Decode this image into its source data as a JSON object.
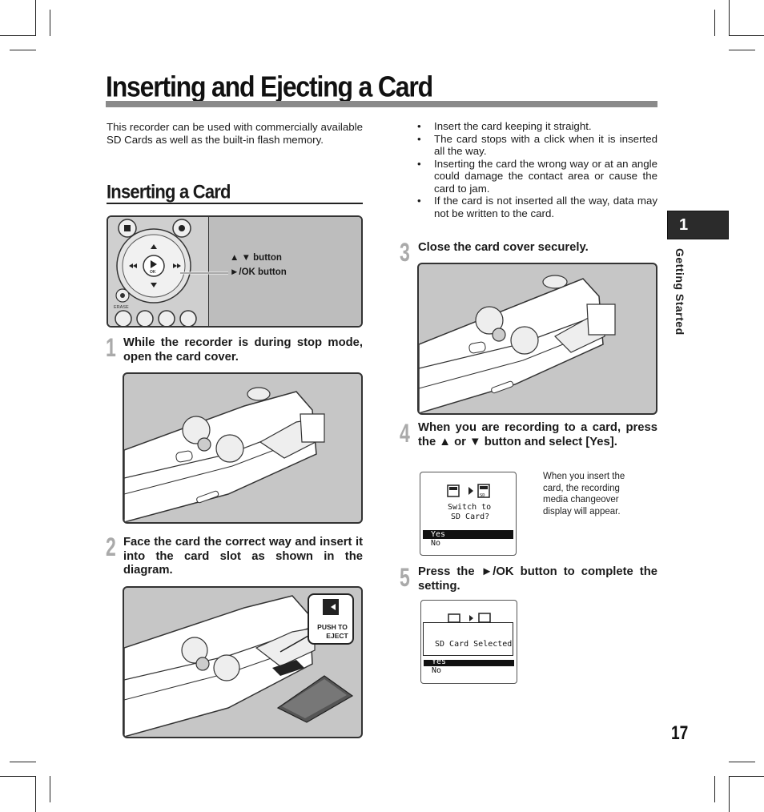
{
  "page": {
    "title": "Inserting and Ejecting a Card",
    "intro": "This recorder can be used with commercially available SD Cards as well as the built-in flash memory.",
    "section_title": "Inserting a Card",
    "page_number": "17"
  },
  "chapter_tab": {
    "number": "1",
    "label": "Getting Started"
  },
  "control_diagram": {
    "up_down_label": "▲ ▼ button",
    "play_ok_label": "►/OK button",
    "erase_label": "ERASE",
    "ok_label": "OK"
  },
  "bullets": [
    "Insert the card keeping it straight.",
    "The card stops with a click when it is inserted all the way.",
    "Inserting the card the wrong way or at an angle could damage the contact area or cause the card to jam.",
    "If the card is not inserted all the way, data may not be written to the card."
  ],
  "steps": [
    {
      "num": "1",
      "text": "While the recorder is during stop mode, open the card cover."
    },
    {
      "num": "2",
      "text": "Face the card the correct way and insert it into the card slot as shown in the diagram."
    },
    {
      "num": "3",
      "text": "Close the card cover securely."
    },
    {
      "num": "4",
      "text": "When you are recording to a card, press the ▲ or ▼ button and select [Yes]."
    },
    {
      "num": "5",
      "text": "Press the ►/OK button to complete the setting."
    }
  ],
  "push_label": {
    "line1": "PUSH TO",
    "line2": "EJECT"
  },
  "screen1": {
    "line1": "Switch to",
    "line2": "SD Card?",
    "opt_yes": "Yes",
    "opt_no": "No",
    "sd_label": "SD"
  },
  "screen2": {
    "line1": "SD Card Selected",
    "opt_yes": "Yes",
    "opt_no": "No"
  },
  "screen_note": "When you insert the card, the recording media changeover display will appear."
}
